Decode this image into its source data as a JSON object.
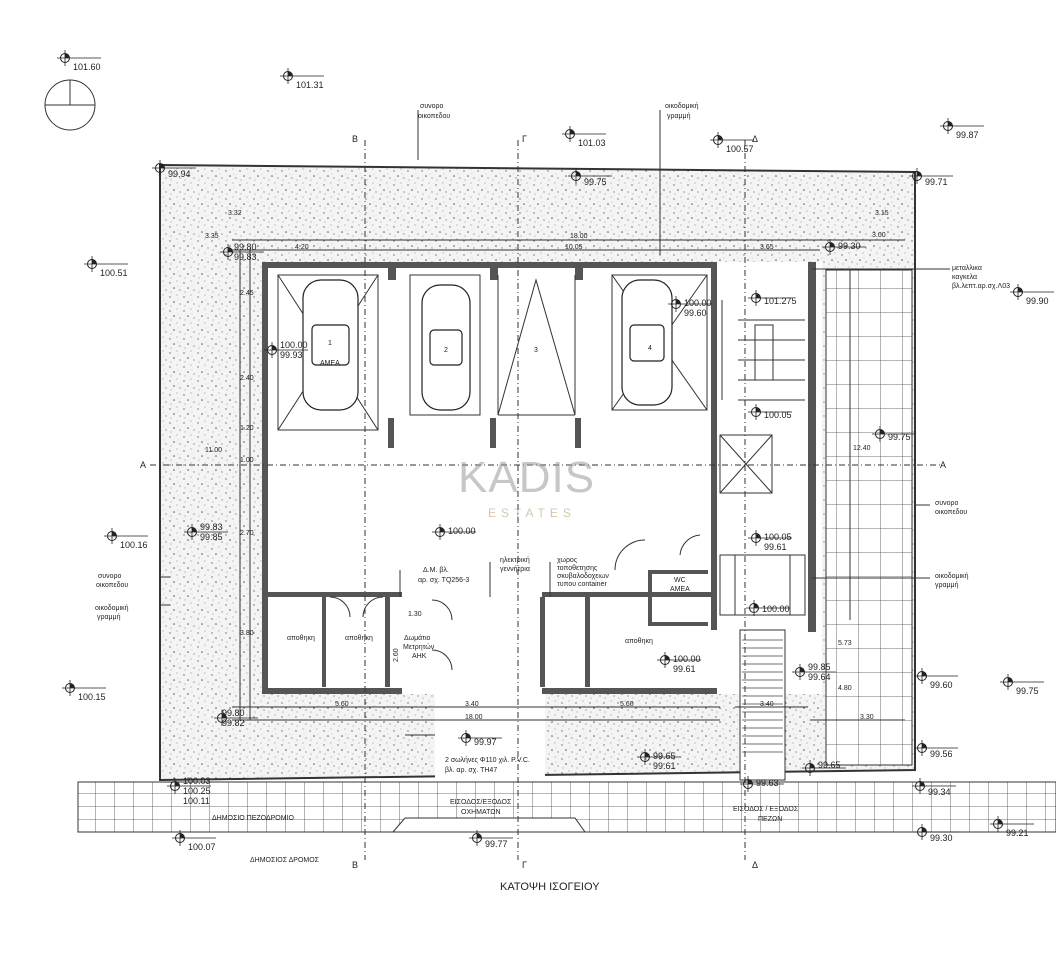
{
  "title": "ΚΑΤΟΨΗ ΙΣΟΓΕΙΟΥ",
  "watermark": {
    "brand": "KADIS",
    "sub": "ESTATES"
  },
  "sections": {
    "b": "Β",
    "g": "Γ",
    "d": "Δ",
    "a": "Α"
  },
  "labels": {
    "plot_boundary_top": [
      "συνορο",
      "οικοπεδου"
    ],
    "building_line_top": [
      "οικοδομική",
      "γραμμή"
    ],
    "railing": [
      "μεταλλικα",
      "καγκελα",
      "βλ.λεπτ.αρ.σχ.Λ03"
    ],
    "plot_boundary_right": [
      "συνορο",
      "οικοπεδου"
    ],
    "building_line_right": [
      "οικοδομική",
      "γραμμή"
    ],
    "plot_boundary_left": [
      "συνορο",
      "οικοπεδου"
    ],
    "building_line_left": [
      "οικοδομική",
      "γραμμή"
    ],
    "dm_ref": [
      "Δ.Μ. βλ.",
      "αρ. σχ. ΤQ256-3"
    ],
    "generator": [
      "ηλεκτρική",
      "γεννήτρια"
    ],
    "bins": [
      "χωρος",
      "τοποθετησης",
      "σκυβαλοδοχειων",
      "τυπου container"
    ],
    "pipes": [
      "2 σωλήνες Φ110 χιλ. P.V.C.",
      "βλ. αρ. σχ. ΤΗ47"
    ],
    "public_sidewalk": "ΔΗΜΟΣΙΟ ΠΕΖΟΔΡΟΜΙΟ",
    "public_road": "ΔΗΜΟΣΙΟΣ ΔΡΟΜΟΣ",
    "vehicle_entry": [
      "ΕΙΣΟΔΟΣ/ΕΞΟΔΟΣ",
      "ΟΧΗΜΑΤΩΝ"
    ],
    "pedestrian_entry": [
      "ΕΙΣΟΔΟΣ / ΕΞΟΔΟΣ",
      "ΠΕΖΩΝ"
    ]
  },
  "rooms": {
    "storage": "αποθηκη",
    "meter_room": [
      "Δωμάτιο",
      "Μετρητών",
      "ΑΗΚ"
    ],
    "wc": [
      "WC",
      "ΑΜΕΑ"
    ],
    "parking": [
      {
        "num": "1",
        "tag": "ΑΜΕΑ"
      },
      {
        "num": "2"
      },
      {
        "num": "3"
      },
      {
        "num": "4"
      }
    ]
  },
  "dimensions": [
    "18.00",
    "10.05",
    "4.20",
    "3.35",
    "3.65",
    "3.00",
    "5.60",
    "5.60",
    "3.40",
    "18.00",
    "3.40",
    "3.30",
    "4.80",
    "5.73",
    "12.40",
    "2.45",
    "2.40",
    "1.20",
    "1.00",
    "2.70",
    "3.80",
    "1.30",
    "2.60",
    "3.32",
    "3.15",
    "11.00"
  ],
  "levels": [
    "101.60",
    "101.31",
    "101.03",
    "100.57",
    "99.87",
    "99.94",
    "99.75",
    "99.71",
    "100.51",
    "99.90",
    "100.16",
    "100.15",
    "99.75",
    "99.60",
    "99.56",
    "99.34",
    "99.21",
    "99.30",
    "100.07",
    "99.77",
    "99.97",
    "99.65",
    "99.61",
    "99.63",
    "100.00",
    "99.61",
    "100.00",
    "99.60",
    "101.275",
    "100.05",
    "99.75",
    "100.00",
    "100.05",
    "99.61",
    "100.00",
    "100.00",
    "99.93",
    "99.83",
    "99.85",
    "99.80",
    "99.83",
    "99.30",
    "99.85",
    "99.64",
    "99.80",
    "99.82",
    "100.03",
    "100.25",
    "100.11",
    "99.65"
  ]
}
